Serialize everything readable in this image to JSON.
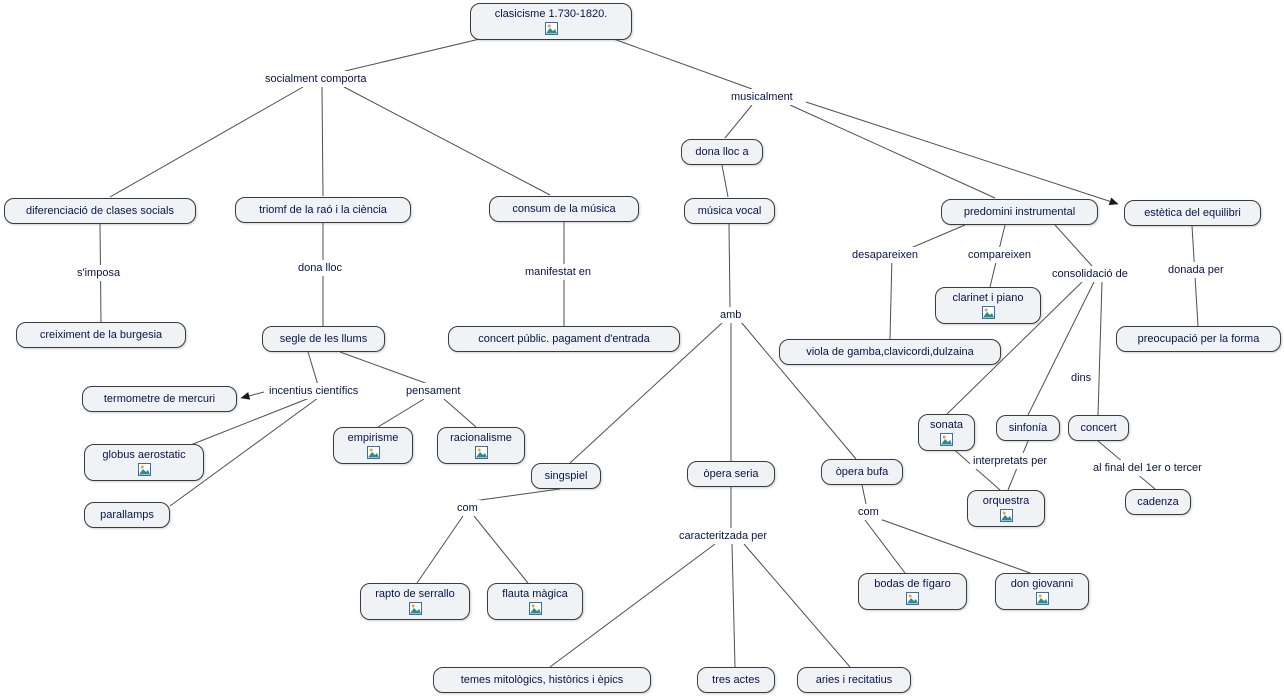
{
  "meta": {
    "background_color": "#ffffff",
    "node_fill_color": "#eff3f5",
    "node_border_color": "#3b3b3b",
    "text_color": "#08134a",
    "line_color": "#4f4f4f",
    "image_icon_name": "image-attachment-icon"
  },
  "nodes": {
    "clasicisme": {
      "label": "clasicisme  1.730-1820.",
      "has_image": true
    },
    "dona_lloc_a": {
      "label": "dona lloc a",
      "has_image": false
    },
    "diferenciacio": {
      "label": "diferenciació de clases socials",
      "has_image": false
    },
    "triomf": {
      "label": "triomf de la raó i la ciència",
      "has_image": false
    },
    "consum": {
      "label": "consum de la música",
      "has_image": false
    },
    "musica_vocal": {
      "label": "música vocal",
      "has_image": false
    },
    "predomini": {
      "label": "predomini instrumental",
      "has_image": false
    },
    "estetica": {
      "label": "estètica del equilibri",
      "has_image": false
    },
    "clarinet": {
      "label": "clarinet i piano",
      "has_image": true
    },
    "creiximent": {
      "label": "creiximent de la burgesia",
      "has_image": false
    },
    "segle": {
      "label": "segle de les llums",
      "has_image": false
    },
    "concert_public": {
      "label": "concert públic. pagament d'entrada",
      "has_image": false
    },
    "preocupacio": {
      "label": "preocupació per la forma",
      "has_image": false
    },
    "viola": {
      "label": "viola de gamba,clavicordi,dulzaina",
      "has_image": false
    },
    "termometre": {
      "label": "termometre de mercuri",
      "has_image": false
    },
    "empirisme": {
      "label": "empirisme",
      "has_image": true
    },
    "racionalisme": {
      "label": "racionalisme",
      "has_image": true
    },
    "globus": {
      "label": "globus aerostatic",
      "has_image": true
    },
    "parallamps": {
      "label": "parallamps",
      "has_image": false
    },
    "sonata": {
      "label": "sonata",
      "has_image": true
    },
    "sinfonia": {
      "label": "sinfonía",
      "has_image": false
    },
    "concert": {
      "label": "concert",
      "has_image": false
    },
    "singspiel": {
      "label": "singspiel",
      "has_image": false
    },
    "opera_seria": {
      "label": "òpera seria",
      "has_image": false
    },
    "opera_bufa": {
      "label": "òpera bufa",
      "has_image": false
    },
    "orquestra": {
      "label": "orquestra",
      "has_image": true
    },
    "cadenza": {
      "label": "cadenza",
      "has_image": false
    },
    "rapto": {
      "label": "rapto de serrallo",
      "has_image": true
    },
    "flauta": {
      "label": "flauta màgica",
      "has_image": true
    },
    "bodas": {
      "label": "bodas de fígaro",
      "has_image": true
    },
    "don_giovanni": {
      "label": "don giovanni",
      "has_image": true
    },
    "temes": {
      "label": "temes mitològics, històrics i èpics",
      "has_image": false
    },
    "tres_actes": {
      "label": "tres actes",
      "has_image": false
    },
    "aries": {
      "label": "aries i recitatius",
      "has_image": false
    }
  },
  "phrases": {
    "socialment_comporta": "socialment comporta",
    "musicalment": "musicalment",
    "s_imposa": "s'imposa",
    "dona_lloc": "dona lloc",
    "manifestat_en": "manifestat en",
    "amb": "amb",
    "desapareixen": "desapareixen",
    "compareixen": "compareixen",
    "consolidacio_de": "consolidació de",
    "donada_per": "donada per",
    "incentius_cientifics": "incentius científics",
    "pensament": "pensament",
    "dins": "dins",
    "interpretats_per": "interpretats per",
    "al_final": "al  final del 1er o tercer",
    "com1": "com",
    "com2": "com",
    "caracteritzada_per": "caracteritzada per"
  }
}
